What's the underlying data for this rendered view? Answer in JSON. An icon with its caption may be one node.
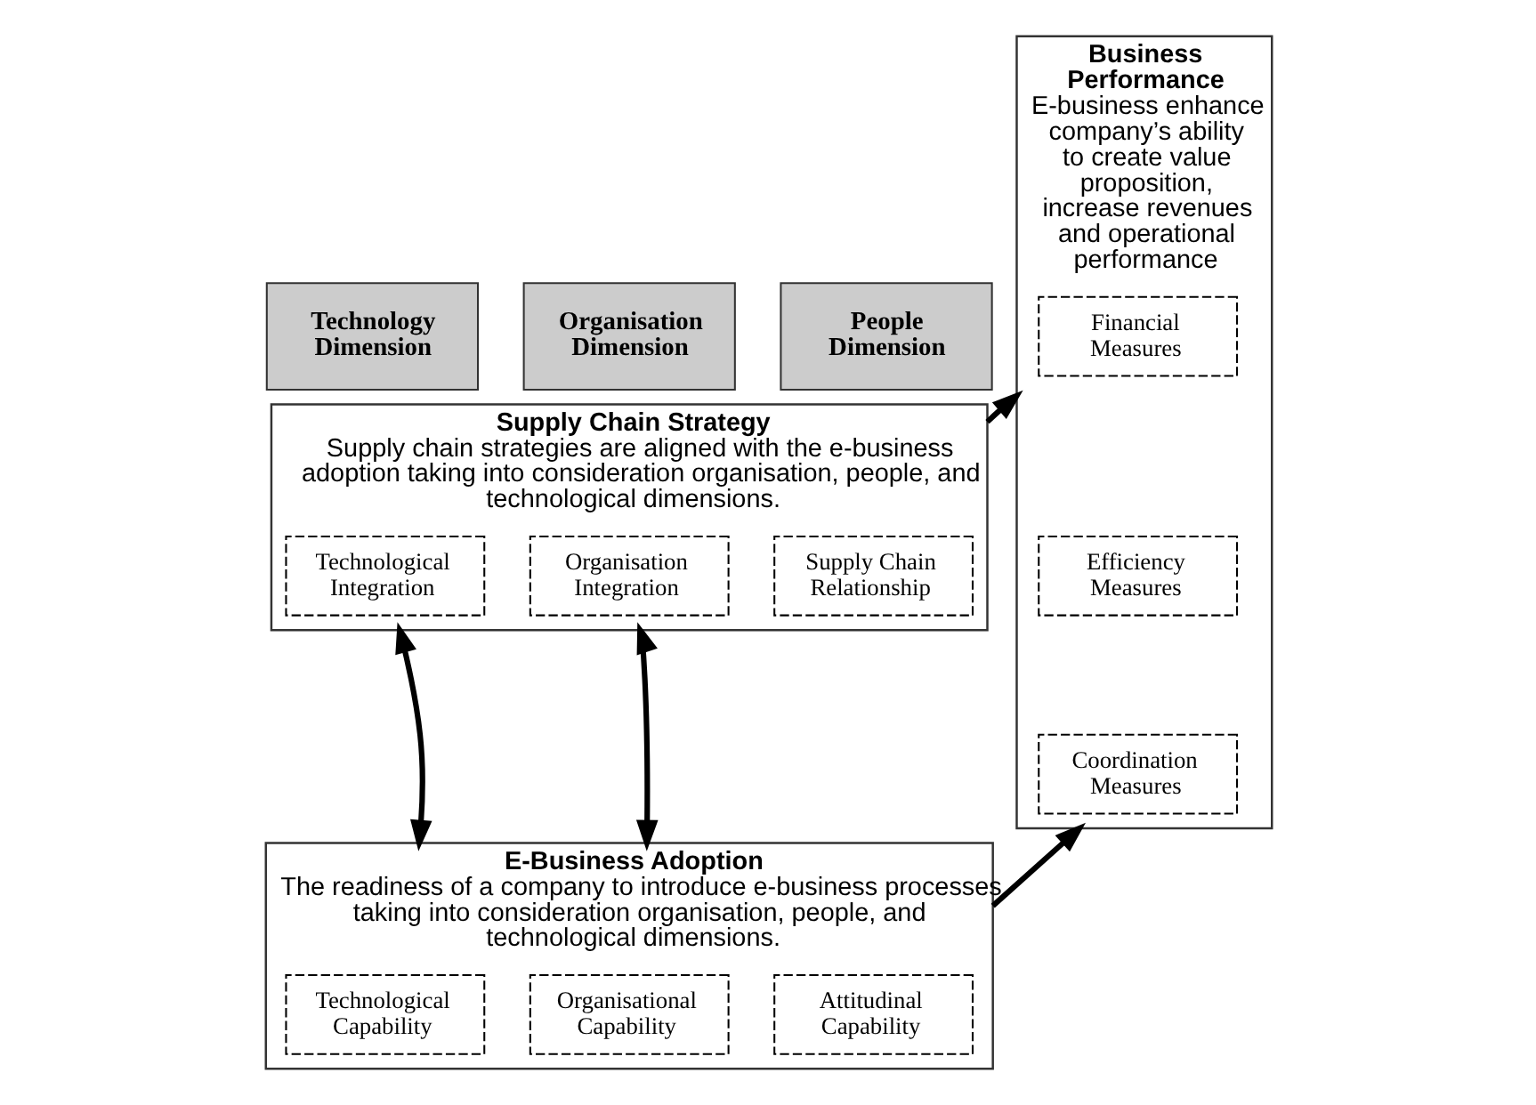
{
  "diagram": {
    "nodes": [
      {
        "text": [
          "Technology Dimension"
        ]
      },
      {
        "text": [
          "Organisation Dimension"
        ]
      },
      {
        "text": [
          "People Dimension"
        ]
      },
      {
        "text": [
          "Supply Chain Strategy",
          "Supply chain strategies are aligned with the e-business adoption taking into consideration organisation, people, and technological dimensions."
        ]
      },
      {
        "text": [
          "Technological Integration"
        ],
        "in": 3
      },
      {
        "text": [
          "Organisation Integration"
        ],
        "in": 3
      },
      {
        "text": [
          "Supply Chain Relationship"
        ],
        "in": 3
      },
      {
        "text": [
          "E-Business Adoption",
          "The readiness of a company to introduce e-business processes taking into consideration organisation, people, and technological dimensions."
        ]
      },
      {
        "text": [
          "Technological Capability"
        ],
        "in": 7
      },
      {
        "text": [
          "Organisational Capability"
        ],
        "in": 7
      },
      {
        "text": [
          "Attitudinal Capability"
        ],
        "in": 7
      },
      {
        "text": [
          "Business Performance",
          "E-business enhance company’s ability to create value proposition, increase revenues and operational performance"
        ]
      },
      {
        "text": [
          "Financial Measures"
        ],
        "in": 11
      },
      {
        "text": [
          "Efficiency Measures"
        ],
        "in": 11
      },
      {
        "text": [
          "Coordination Measures"
        ],
        "in": 11
      }
    ],
    "edges": [
      {
        "from": 3,
        "to": 7,
        "arrow": "both"
      },
      {
        "from": 7,
        "to": 3,
        "arrow": "both"
      },
      {
        "from": 3,
        "to": 11,
        "arrow": "to"
      },
      {
        "from": 7,
        "to": 11,
        "arrow": "to"
      }
    ]
  }
}
